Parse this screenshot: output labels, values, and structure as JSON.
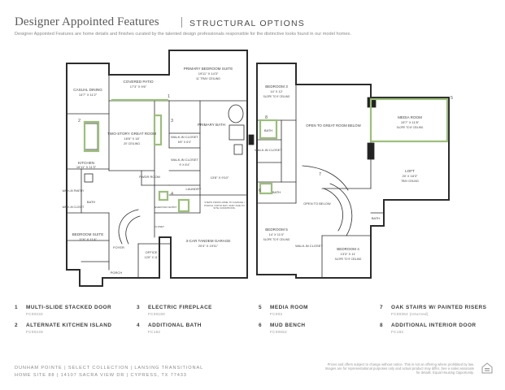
{
  "header": {
    "title": "Designer Appointed Features",
    "separator": "|",
    "section": "STRUCTURAL OPTIONS",
    "subtitle": "Designer Appointed Features are home details and finishes curated by the talented design professionals responsible for the distinctive looks found in our model homes."
  },
  "rooms_first_floor": {
    "casual_dining": "CASUAL DINING",
    "casual_dining_dim": "14'7\" X 11'2\"",
    "covered_patio": "COVERED PATIO",
    "covered_patio_dim": "17'3\" X 9'6\"",
    "primary_bedroom": "PRIMARY BEDROOM SUITE",
    "primary_bedroom_dim": "19'11\" X 14'3\"",
    "primary_bedroom_note": "11' TRAY CEILING",
    "great_room": "TWO-STORY GREAT ROOM",
    "great_room_dim": "18'6\" X 18'",
    "great_room_note": "20' CEILING",
    "primary_bath": "PRIMARY BATH",
    "kitchen": "KITCHEN",
    "kitchen_dim": "16'11\" X 11'3\"",
    "walk_in_closet_1": "WALK-IN CLOSET",
    "walk_in_closet_1_dim": "6'6\" X 6'4\"",
    "walk_in_closet_2": "WALK-IN CLOSET",
    "walk_in_closet_2_dim": "9' X 6'4\"",
    "powder_room": "PWDR ROOM",
    "laundry": "LAUNDRY",
    "bath": "BATH",
    "walk_in_pantry": "WALK-IN PANTRY",
    "walk_in_closet_3": "WALK-IN CLOSET",
    "bedroom_suite": "BEDROOM SUITE",
    "bedroom_suite_dim": "11'6\" X 11'4\"",
    "foyer": "FOYER",
    "office": "OFFICE",
    "office_dim": "12'6\" X 11'",
    "porch": "PORCH",
    "garage": "3-CAR TANDEM GARAGE",
    "garage_dim": "20'4\" X 19'11\"",
    "garage_note": "STEPS FROM HOME TO GARAGE / PORCH / PATIO MAY VARY DUE TO SITE CONDITIONS.",
    "garage_dim2": "13'8\" X 9'10\"",
    "everyday_entry": "EVERYDAY ENTRY",
    "closet": "CLOSET"
  },
  "rooms_second_floor": {
    "bedroom_3": "BEDROOM 3",
    "bedroom_3_dim": "14' X 12'",
    "bedroom_3_note": "SLOPE TO 9' CEILING",
    "bath_1": "BATH",
    "walk_in_closet": "WALK-IN CLOSET",
    "open_great_room": "OPEN TO GREAT ROOM BELOW",
    "media_room": "MEDIA ROOM",
    "media_room_dim": "19'7\" X 11'8\"",
    "media_room_note": "SLOPE TO 8' CEILING",
    "loft": "LOFT",
    "loft_dim": "20' X 16'3\"",
    "loft_note": "TRAY CEILING",
    "open_below": "OPEN TO BELOW",
    "bath_2": "BATH",
    "bedroom_5": "BEDROOM 5",
    "bedroom_5_dim": "14' X 11'4\"",
    "bedroom_5_note": "SLOPE TO 9' CEILING",
    "walk_in_closet_b": "WALK-IN CLOSET",
    "bedroom_4": "BEDROOM 4",
    "bedroom_4_dim": "13'3\" X 11'",
    "bedroom_4_note": "SLOPE TO 9' CEILING",
    "bath_3": "BATH"
  },
  "callouts": [
    "1",
    "2",
    "3",
    "4",
    "5",
    "6",
    "7",
    "8"
  ],
  "legend": [
    {
      "num": "1",
      "label": "MULTI-SLIDE STACKED DOOR",
      "code": "FC00232"
    },
    {
      "num": "2",
      "label": "ALTERNATE KITCHEN ISLAND",
      "code": "FC00249"
    },
    {
      "num": "3",
      "label": "ELECTRIC FIREPLACE",
      "code": "FC00180"
    },
    {
      "num": "4",
      "label": "ADDITIONAL BATH",
      "code": "FC182"
    },
    {
      "num": "5",
      "label": "MEDIA ROOM",
      "code": "FC003"
    },
    {
      "num": "6",
      "label": "MUD BENCH",
      "code": "FC00552"
    },
    {
      "num": "7",
      "label": "OAK STAIRS W/ PAINTED RISERS",
      "code": "FC00364 (returned)"
    },
    {
      "num": "8",
      "label": "ADDITIONAL INTERIOR DOOR",
      "code": "FC182"
    }
  ],
  "footer": {
    "line1": "DUNHAM POINTE | SELECT COLLECTION | LANSING TRANSITIONAL",
    "line2": "HOME SITE 88 | 14107 SACRA VIEW DR | CYPRESS, TX 77433",
    "disclaimer": "Prices and offers subject to change without notice. This is not an offering where prohibited by law. Images are for representational purposes only and actual product may differ. See a sales associate for details. Equal Housing Opportunity.",
    "eho_icon": "equal-housing-icon"
  },
  "colors": {
    "highlight": "#9bbf7a",
    "wall": "#2c2c2c",
    "text": "#3a3a3a"
  }
}
